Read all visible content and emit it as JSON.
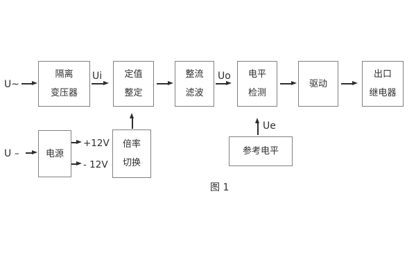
{
  "diagram": {
    "caption": "图 1",
    "colors": {
      "line": "#2e2e2e",
      "box_border": "#7f7f7f",
      "text": "#2e2e2e",
      "background": "#ffffff"
    },
    "labels": {
      "ac_input": "U~",
      "dc_input": "U –",
      "ui": "Ui",
      "uo": "Uo",
      "ue": "Ue",
      "plus12": "+12V",
      "minus12": "- 12V"
    },
    "blocks": {
      "isolation_transformer": {
        "line1": "隔离",
        "line2": "变压器"
      },
      "setting_adjust": {
        "line1": "定值",
        "line2": "整定"
      },
      "rectifier_filter": {
        "line1": "整流",
        "line2": "滤波"
      },
      "level_detect": {
        "line1": "电平",
        "line2": "检测"
      },
      "drive": {
        "label": "驱动"
      },
      "output_relay": {
        "line1": "出口",
        "line2": "继电器"
      },
      "power": {
        "label": "电源"
      },
      "ratio_switch": {
        "line1": "倍率",
        "line2": "切换"
      },
      "reference_level": {
        "label": "参考电平"
      }
    }
  }
}
